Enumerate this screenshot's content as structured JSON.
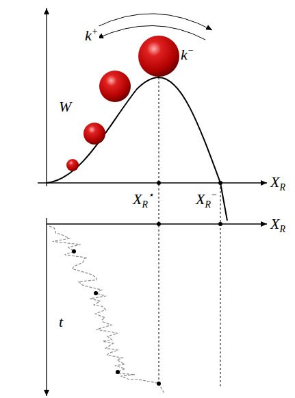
{
  "diagram": {
    "labels": [
      "k+",
      "k−",
      "W",
      "XR⋆",
      "XR−",
      "XR",
      "XR",
      "t"
    ]
  }
}
